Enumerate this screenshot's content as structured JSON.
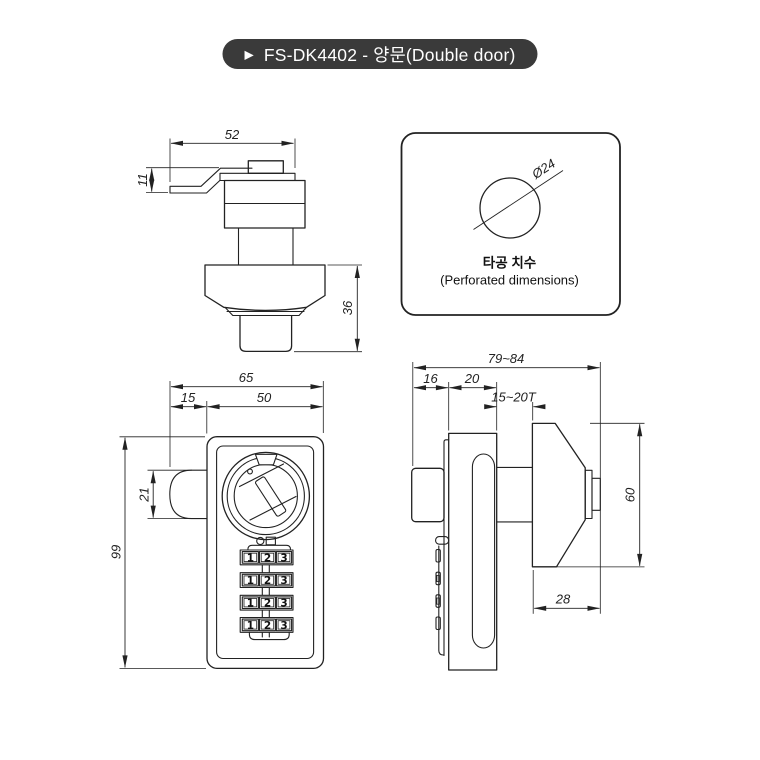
{
  "header": {
    "bullet": "▶",
    "title": "FS-DK4402 - 양문(Double door)"
  },
  "top_view": {
    "dim_width": "52",
    "dim_flange": "11",
    "dim_depth": "36"
  },
  "hole_panel": {
    "dim_diameter": "Ø24",
    "caption_ko": "타공 치수",
    "caption_en": "(Perforated dimensions)"
  },
  "front_view": {
    "dim_total_width": "65",
    "dim_latch_offset": "15",
    "dim_body_width": "50",
    "dim_latch_height": "21",
    "dim_body_height": "99",
    "wheel_digits": [
      "1",
      "2",
      "3"
    ]
  },
  "side_view": {
    "dim_total_depth": "79~84",
    "dim_latch_depth": "16",
    "dim_body_depth": "20",
    "dim_door_thickness": "15~20T",
    "dim_knob_height": "60",
    "dim_knob_depth": "28"
  },
  "colors": {
    "line": "#222222",
    "badge_bg": "#3a3a3a",
    "badge_fg": "#ffffff"
  }
}
